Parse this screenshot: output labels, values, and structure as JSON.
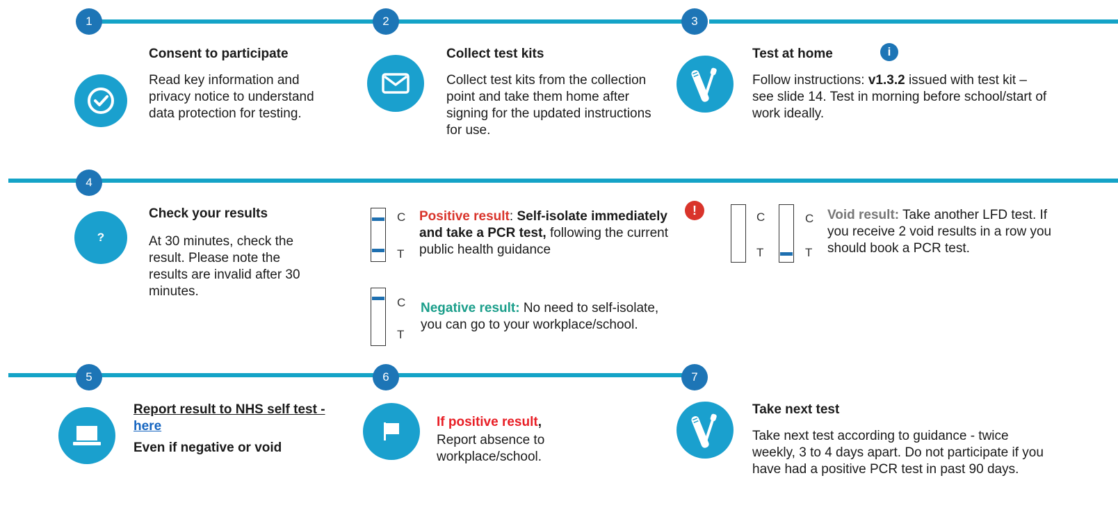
{
  "steps": {
    "s1": {
      "number": "1",
      "title": "Consent to participate",
      "body": "Read key information and privacy notice to understand data protection for testing."
    },
    "s2": {
      "number": "2",
      "title": "Collect test kits",
      "body": "Collect test kits from the collection point and take them home after signing for the updated instructions for use."
    },
    "s3": {
      "number": "3",
      "title": "Test at home",
      "body_pre": "Follow instructions: ",
      "body_bold": "v1.3.2",
      "body_post": " issued with test kit – see slide 14. Test in morning before school/start of work ideally."
    },
    "s4": {
      "number": "4",
      "title": "Check your results",
      "body": "At 30 minutes, check the result. Please note the results are invalid after 30 minutes."
    },
    "s5": {
      "number": "5",
      "title_pre": "Report result to NHS self test - ",
      "title_link": "here",
      "subtitle": "Even if negative or void"
    },
    "s6": {
      "number": "6",
      "title": "If positive result",
      "title_comma": ",",
      "body": "Report absence to workplace/school."
    },
    "s7": {
      "number": "7",
      "title": "Take next test",
      "body": "Take next test according to guidance - twice weekly, 3 to 4 days apart. Do not participate if you have had a positive PCR test in past 90 days."
    }
  },
  "results": {
    "positive": {
      "label": "Positive result",
      "colon": ": ",
      "bold": "Self-isolate immediately and take a PCR test,",
      "rest": " following the current public health guidance"
    },
    "negative": {
      "label": "Negative result:",
      "rest": " No need to self-isolate, you can go to your workplace/school."
    },
    "void": {
      "label": "Void result:",
      "rest": " Take another LFD test. If you receive 2 void results in a row you should book a PCR test."
    },
    "strip_c": "C",
    "strip_t": "T",
    "question_mark": "?",
    "alert_mark": "!"
  },
  "colors": {
    "rule": "#14a3c7",
    "number_circle": "#1d75b6",
    "icon_circle": "#1aa0ce",
    "positive": "#d9342b",
    "negative": "#1a9e8a",
    "void": "#777777",
    "link": "#1565c0"
  }
}
